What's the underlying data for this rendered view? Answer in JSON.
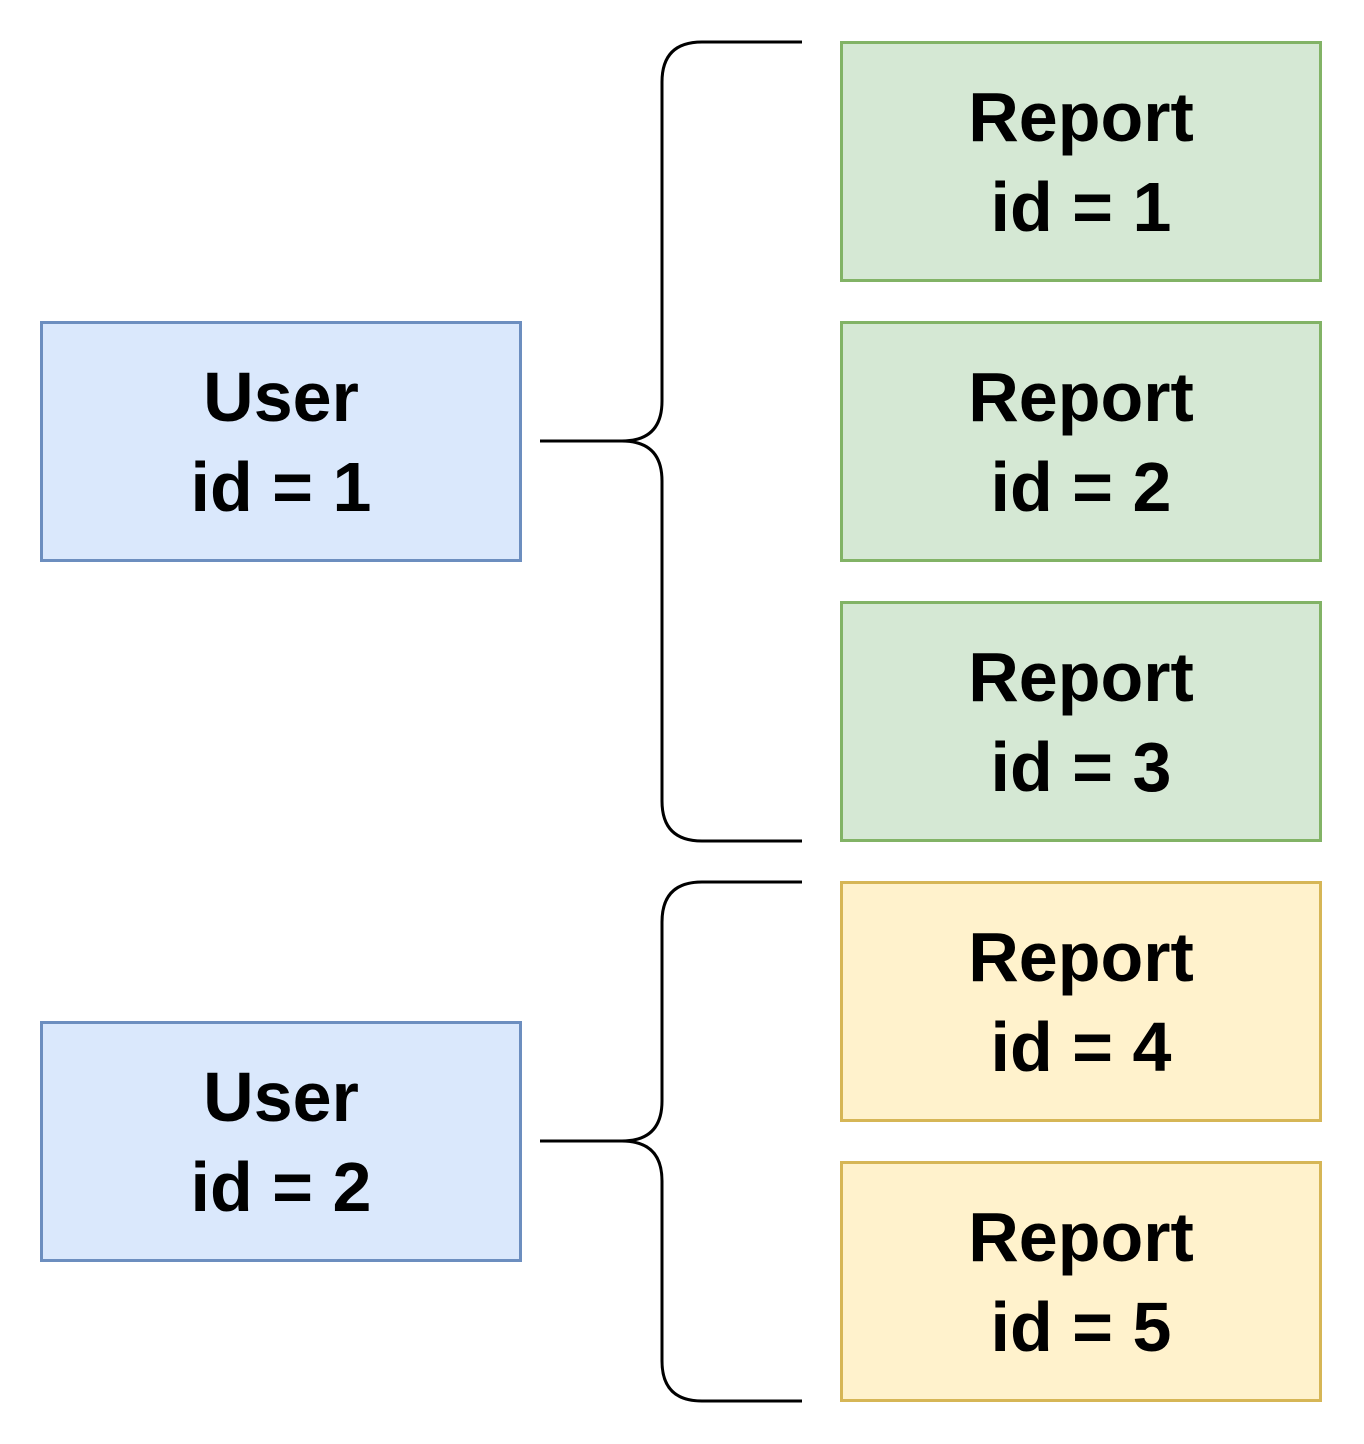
{
  "users": [
    {
      "title": "User",
      "id_label": "id = 1",
      "fill": "#dae8fc",
      "stroke": "#6c8ebf"
    },
    {
      "title": "User",
      "id_label": "id = 2",
      "fill": "#dae8fc",
      "stroke": "#6c8ebf"
    }
  ],
  "reports": [
    {
      "title": "Report",
      "id_label": "id = 1",
      "fill": "#d5e8d4",
      "stroke": "#82b366"
    },
    {
      "title": "Report",
      "id_label": "id = 2",
      "fill": "#d5e8d4",
      "stroke": "#82b366"
    },
    {
      "title": "Report",
      "id_label": "id = 3",
      "fill": "#d5e8d4",
      "stroke": "#82b366"
    },
    {
      "title": "Report",
      "id_label": "id = 4",
      "fill": "#fff2cc",
      "stroke": "#d6b656"
    },
    {
      "title": "Report",
      "id_label": "id = 5",
      "fill": "#fff2cc",
      "stroke": "#d6b656"
    }
  ]
}
